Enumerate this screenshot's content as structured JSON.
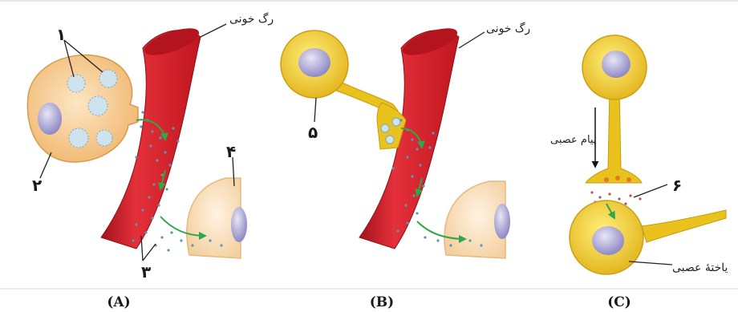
{
  "labels": {
    "blood_vessel_a": "رگ خونی",
    "blood_vessel_b": "رگ خونی",
    "nerve_message": "پیام عصبی",
    "nerve_cell": "یاختهٔ عصبی"
  },
  "numbers": {
    "n1": "۱",
    "n2": "۲",
    "n3": "۳",
    "n4": "۴",
    "n5": "۵",
    "n6": "۶"
  },
  "panels": {
    "a": "(A)",
    "b": "(B)",
    "c": "(C)"
  },
  "colors": {
    "vessel": "#d81f2b",
    "vessel_dark": "#a3121c",
    "gland_cell": "#f6c987",
    "target_cell": "#f9dfb8",
    "neuron": "#f2cf2a",
    "nucleus": "#b5b0dc",
    "arrow": "#2ea84a",
    "dots": "#5f95b3"
  }
}
